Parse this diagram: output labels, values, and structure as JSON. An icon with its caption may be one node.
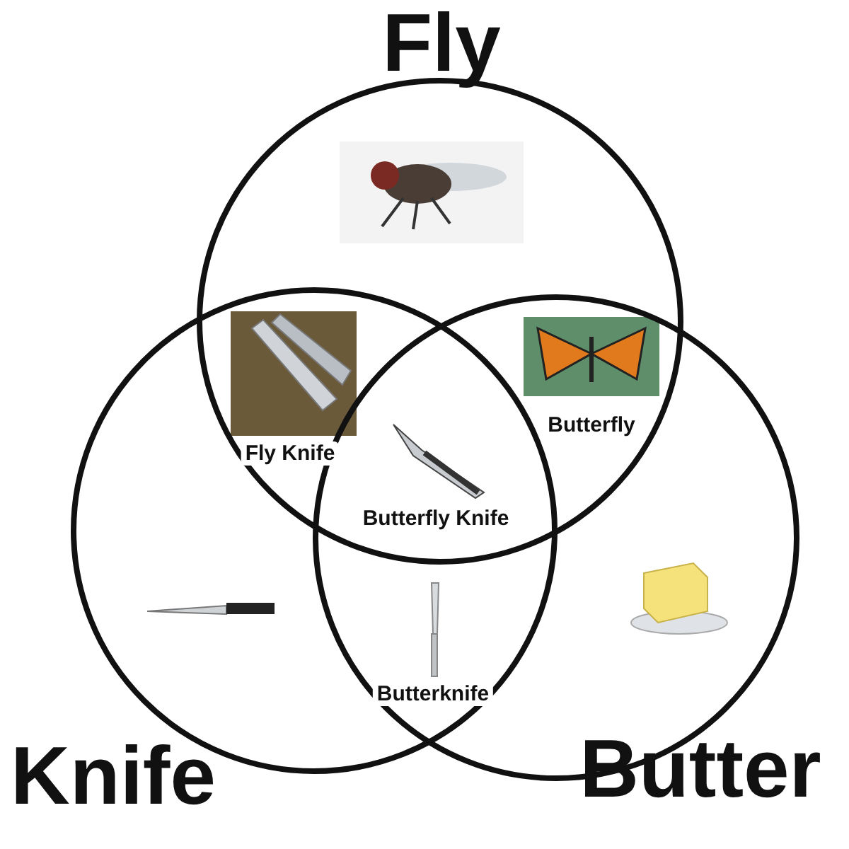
{
  "diagram": {
    "nodes": [
      {
        "text": [
          "Fly"
        ]
      },
      {
        "text": [
          "Knife"
        ]
      },
      {
        "text": [
          "Butter"
        ]
      }
    ],
    "labels": [
      "Fly Knife",
      "Butterfly",
      "Butterfly Knife",
      "Butterknife"
    ]
  }
}
